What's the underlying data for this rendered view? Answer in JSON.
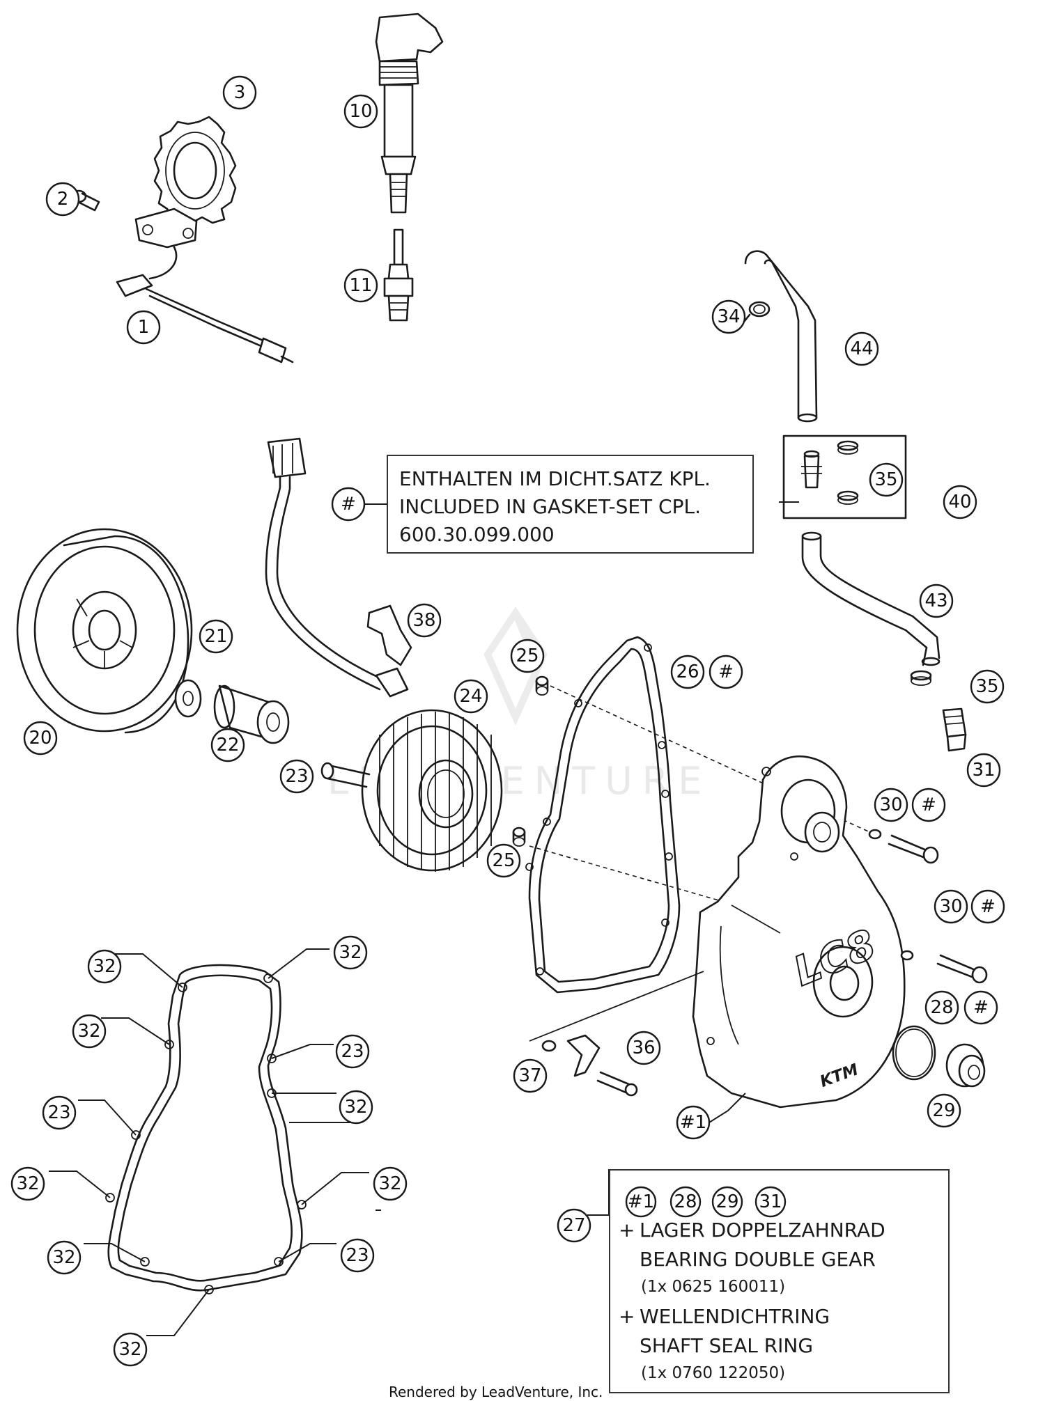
{
  "diagram": {
    "callouts": [
      {
        "id": "c1",
        "label": "1"
      },
      {
        "id": "c2",
        "label": "2"
      },
      {
        "id": "c3",
        "label": "3"
      },
      {
        "id": "c10",
        "label": "10"
      },
      {
        "id": "c11",
        "label": "11"
      },
      {
        "id": "c34",
        "label": "34"
      },
      {
        "id": "c44",
        "label": "44"
      },
      {
        "id": "c35a",
        "label": "35"
      },
      {
        "id": "c40",
        "label": "40"
      },
      {
        "id": "chash1",
        "label": "#"
      },
      {
        "id": "c43",
        "label": "43"
      },
      {
        "id": "c35b",
        "label": "35"
      },
      {
        "id": "c31",
        "label": "31"
      },
      {
        "id": "c38",
        "label": "38"
      },
      {
        "id": "c21",
        "label": "21"
      },
      {
        "id": "c20",
        "label": "20"
      },
      {
        "id": "c22",
        "label": "22"
      },
      {
        "id": "c24",
        "label": "24"
      },
      {
        "id": "c23a",
        "label": "23"
      },
      {
        "id": "c25a",
        "label": "25"
      },
      {
        "id": "c26",
        "label": "26"
      },
      {
        "id": "chash2",
        "label": "#"
      },
      {
        "id": "c25b",
        "label": "25"
      },
      {
        "id": "c30a",
        "label": "30"
      },
      {
        "id": "chash3",
        "label": "#"
      },
      {
        "id": "c30b",
        "label": "30"
      },
      {
        "id": "chash4",
        "label": "#"
      },
      {
        "id": "c28",
        "label": "28"
      },
      {
        "id": "chash5",
        "label": "#"
      },
      {
        "id": "c29",
        "label": "29"
      },
      {
        "id": "c36",
        "label": "36"
      },
      {
        "id": "c37",
        "label": "37"
      },
      {
        "id": "chash1b",
        "label": "#1"
      },
      {
        "id": "c32a",
        "label": "32"
      },
      {
        "id": "c32b",
        "label": "32"
      },
      {
        "id": "c32c",
        "label": "32"
      },
      {
        "id": "c23b",
        "label": "23"
      },
      {
        "id": "c23c",
        "label": "23"
      },
      {
        "id": "c32d",
        "label": "32"
      },
      {
        "id": "c32e",
        "label": "32"
      },
      {
        "id": "c32f",
        "label": "32"
      },
      {
        "id": "c32g",
        "label": "32"
      },
      {
        "id": "c23d",
        "label": "23"
      },
      {
        "id": "c32h",
        "label": "32"
      },
      {
        "id": "c27",
        "label": "27"
      },
      {
        "id": "kit1",
        "label": "#1"
      },
      {
        "id": "kit28",
        "label": "28"
      },
      {
        "id": "kit29",
        "label": "29"
      },
      {
        "id": "kit31",
        "label": "31"
      }
    ]
  },
  "gasket_note": {
    "line1": "ENTHALTEN IM DICHT.SATZ KPL.",
    "line2": "INCLUDED IN GASKET-SET CPL.",
    "line3": "600.30.099.000"
  },
  "kit_note": {
    "plus": "+",
    "item1_de": "LAGER DOPPELZAHNRAD",
    "item1_en": "BEARING DOUBLE GEAR",
    "item1_part": "(1x 0625 160011)",
    "item2_de": "WELLENDICHTRING",
    "item2_en": "SHAFT SEAL RING",
    "item2_part": "(1x 0760 122050)"
  },
  "cover_brand": "LC8",
  "cover_logo": "KTM",
  "watermark": "LEADVENTURE",
  "footer": "Rendered by LeadVenture, Inc."
}
